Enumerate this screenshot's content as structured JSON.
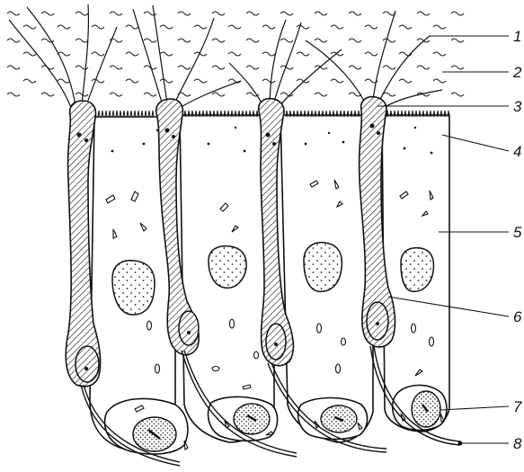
{
  "labels": [
    "1",
    "2",
    "3",
    "4",
    "5",
    "6",
    "7",
    "8"
  ]
}
